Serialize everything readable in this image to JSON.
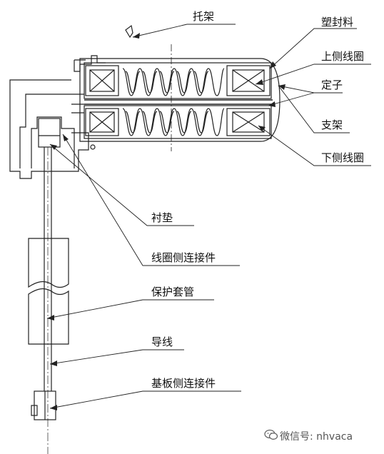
{
  "labels": {
    "bracket": "托架",
    "encapsulant": "塑封料",
    "upper_coil": "上侧线圈",
    "stator": "定子",
    "support": "支架",
    "lower_coil": "下侧线圈",
    "liner": "衬垫",
    "coil_connector": "线圈侧连接件",
    "protective_sleeve": "保护套管",
    "lead_wire": "导线",
    "board_connector": "基板侧连接件"
  },
  "watermark": {
    "text": "微信号: nhvaca",
    "icon": "wechat-icon"
  },
  "colors": {
    "line": "#222222",
    "background": "#ffffff"
  }
}
